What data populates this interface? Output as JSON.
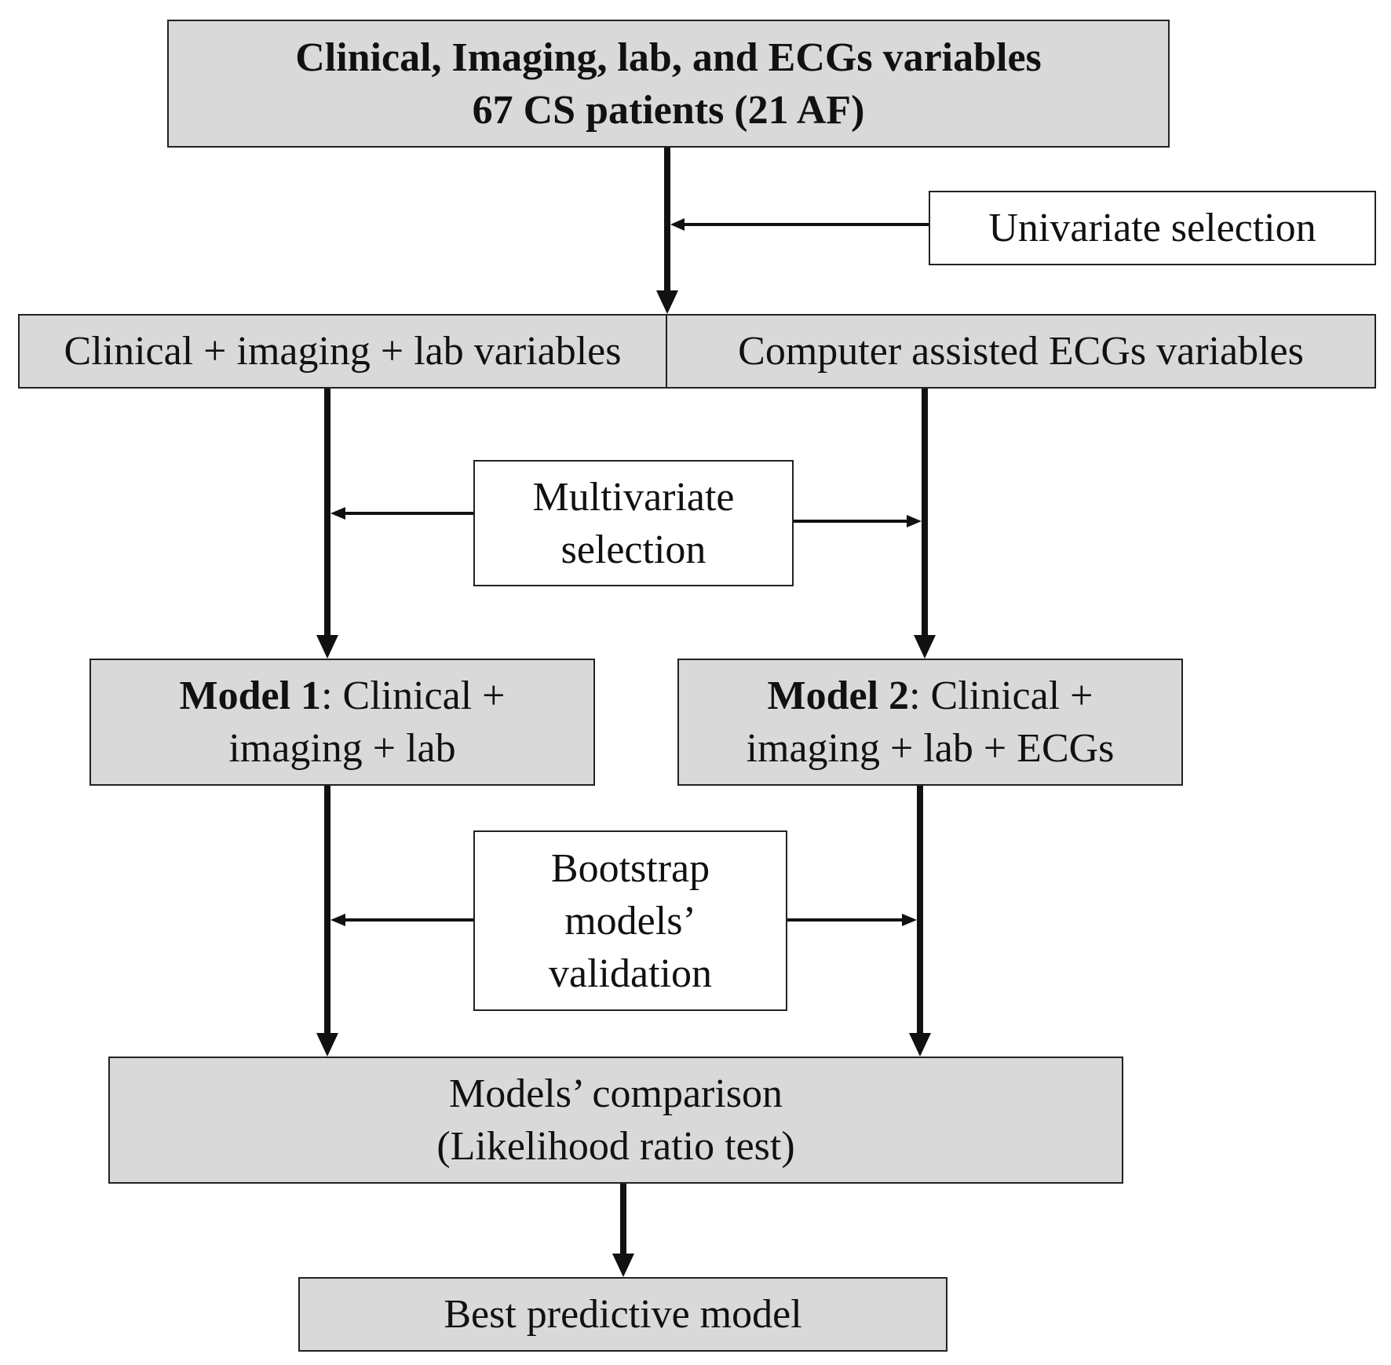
{
  "diagram": {
    "top_box": {
      "line1": "Clinical, Imaging, lab, and ECGs variables",
      "line2": "67 CS patients (21 AF)"
    },
    "univariate_box": {
      "label": "Univariate selection"
    },
    "clinical_group_box": {
      "label": "Clinical + imaging + lab variables"
    },
    "ecg_group_box": {
      "label": "Computer assisted ECGs variables"
    },
    "multivariate_box": {
      "line1": "Multivariate",
      "line2": "selection"
    },
    "model1_box": {
      "name": "Model 1",
      "line1_rest": ": Clinical +",
      "line2": "imaging + lab"
    },
    "model2_box": {
      "name": "Model 2",
      "line1_rest": ": Clinical +",
      "line2": "imaging + lab + ECGs"
    },
    "bootstrap_box": {
      "line1": "Bootstrap",
      "line2": "models’",
      "line3": "validation"
    },
    "comparison_box": {
      "line1": "Models’ comparison",
      "line2": "(Likelihood ratio test)"
    },
    "best_box": {
      "label": "Best predictive model"
    }
  }
}
